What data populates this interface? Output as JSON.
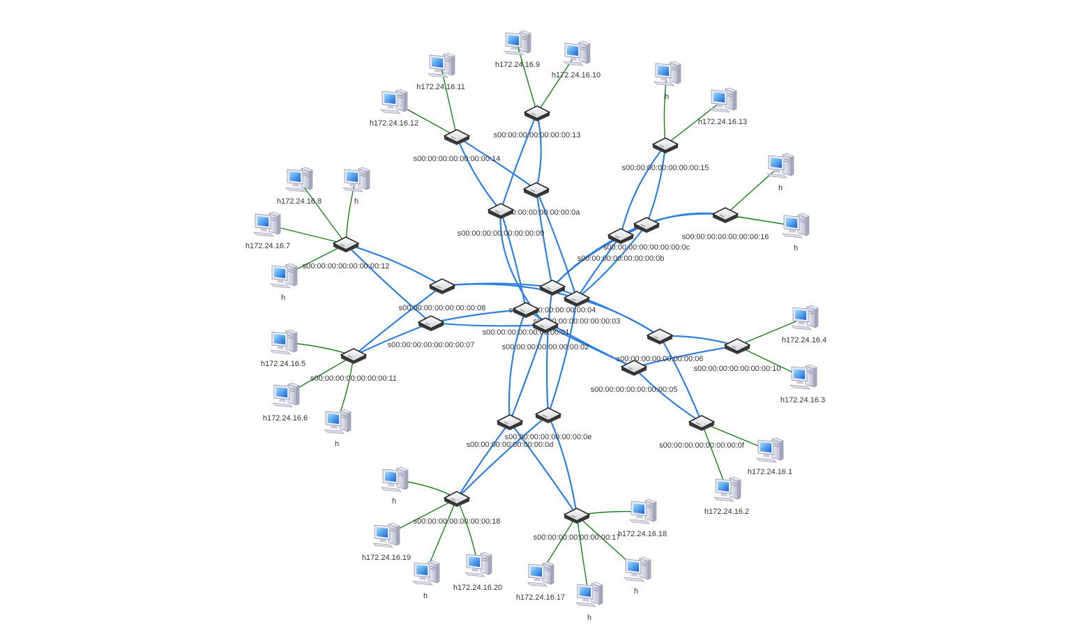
{
  "colors": {
    "switch_link": "#2f7fe0",
    "host_link": "#1a7f1a",
    "label": "#333333",
    "background": "#ffffff"
  },
  "switches": {
    "s01": "s00:00:00:00:00:00:00:01",
    "s02": "s00:00:00:00:00:00:00:02",
    "s03": "s00:00:00:00:00:00:00:03",
    "s04": "s00:00:00:00:00:00:00:04",
    "s05": "s00:00:00:00:00:00:00:05",
    "s06": "s00:00:00:00:00:00:00:06",
    "s07": "s00:00:00:00:00:00:00:07",
    "s08": "s00:00:00:00:00:00:00:08",
    "s09": "s00:00:00:00:00:00:00:09",
    "s0a": "s00:00:00:00:00:00:00:0a",
    "s0b": "s00:00:00:00:00:00:00:0b",
    "s0c": "s00:00:00:00:00:00:00:0c",
    "s0d": "s00:00:00:00:00:00:00:0d",
    "s0e": "s00:00:00:00:00:00:00:0e",
    "s0f": "s00:00:00:00:00:00:00:0f",
    "s10": "s00:00:00:00:00:00:00:10",
    "s11": "s00:00:00:00:00:00:00:11",
    "s12": "s00:00:00:00:00:00:00:12",
    "s13": "s00:00:00:00:00:00:00:13",
    "s14": "s00:00:00:00:00:00:00:14",
    "s15": "s00:00:00:00:00:00:00:15",
    "s16": "s00:00:00:00:00:00:00:16",
    "s17": "s00:00:00:00:00:00:00:17",
    "s18": "s00:00:00:00:00:00:00:18"
  },
  "hosts": {
    "h9": "h172.24.16.9",
    "h10": "h172.24.16.10",
    "h11": "h172.24.16.11",
    "h12": "h172.24.16.12",
    "hA": "h",
    "h13": "h172.24.16.13",
    "hB": "h",
    "hC": "h",
    "h8": "h172.24.16.8",
    "hD": "h",
    "h7": "h172.24.16.7",
    "hE": "h",
    "h4": "h172.24.16.4",
    "h3": "h172.24.16.3",
    "h5": "h172.24.16.5",
    "h6": "h172.24.16.6",
    "hF": "h",
    "h1": "h172.24.16.1",
    "h2": "h172.24.16.2",
    "hG": "h",
    "h19": "h172.24.16.19",
    "hH": "h",
    "h20": "h172.24.16.20",
    "h18": "h172.24.16.18",
    "h17": "h172.24.16.17",
    "hI": "h",
    "hJ": "h"
  },
  "icons": {
    "switch": "network-switch-icon",
    "host": "desktop-computer-icon"
  }
}
